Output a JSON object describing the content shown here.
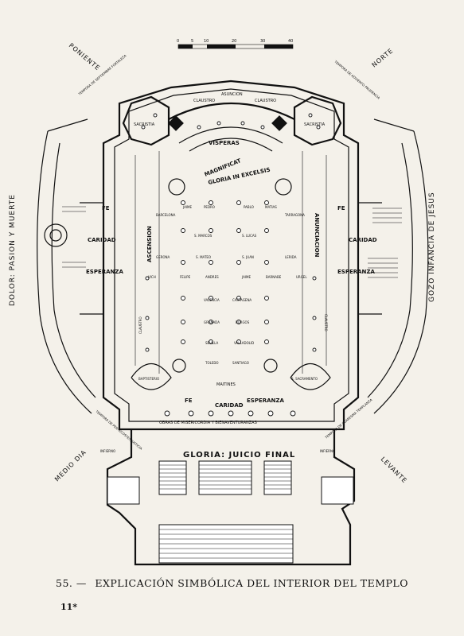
{
  "scale": {
    "ticks": [
      "0",
      "5",
      "10",
      "20",
      "30",
      "40"
    ]
  },
  "directions": {
    "west": "PONIENTE",
    "north": "NORTE",
    "south": "MEDIO DIA",
    "east": "LEVANTE"
  },
  "facades": {
    "left": "DOLOR: PASION Y MUERTE",
    "right": "GOZO INFANCIA DE JESUS",
    "bottom": "GLORIA: JUICIO FINAL"
  },
  "temporas": {
    "top_left": "TEMPORA DE SEPTIEMBRE FORTALEZA",
    "top_right": "TEMPORA DE ADVIENTO PRUDENCIA",
    "bottom_left": "TEMPORA DE PENTECOSTES JUSTICIA",
    "bottom_right": "TEMPORA DE CUARESMA TEMPLANZA"
  },
  "apse": {
    "asuncion": "ASUNCION",
    "claustro_left": "CLAUSTRO",
    "claustro_right": "CLAUSTRO",
    "sacristia_left": "SACRISTIA",
    "sacristia_right": "SACRISTIA",
    "visperas": "VISPERAS",
    "magnificat": "MAGNIFICAT",
    "gloria": "GLORIA IN EXCELSIS"
  },
  "crossing": {
    "fe_left": "FE",
    "fe_right": "FE",
    "caridad_left": "CARIDAD",
    "caridad_right": "CARIDAD",
    "esperanza_left": "ESPERANZA",
    "esperanza_right": "ESPERANZA",
    "ascension": "ASCENSION",
    "anunciacion": "ANUNCIACION"
  },
  "columns": {
    "row1": [
      "BARCELONA",
      "JAIME",
      "PEDRO",
      "PABLO",
      "MATIAS",
      "TARRAGONA"
    ],
    "row2": [
      "S. MARCOS",
      "S. LUCAS"
    ],
    "row3": [
      "GERONA",
      "S. MATEO",
      "S. JUAN",
      "LERIDA"
    ],
    "row4": [
      "VICH",
      "FELIPE",
      "ANDRES",
      "JAIME",
      "BARNABE",
      "URGEL"
    ],
    "nave": [
      "VALENCIA",
      "CARTAGENA",
      "GRANADA",
      "BURGOS",
      "SEVILLA",
      "VALLADOLID",
      "TOLEDO",
      "SANTIAGO"
    ]
  },
  "aisles": {
    "claustro_left": "CLAUSTRO",
    "claustro_right": "CLAUSTRO"
  },
  "west_end": {
    "baptisterio": "BAPTISTERIO",
    "sacramento": "S. SACRAMENTO",
    "maitines": "MAITINES",
    "fe": "FE",
    "caridad": "CARIDAD",
    "esperanza": "ESPERANZA",
    "obras": "OBRAS DE MISERICORDIA Y BIENAVENTURANZAS",
    "infierno_left": "INFIERNO",
    "infierno_right": "INFIERNO"
  },
  "caption": {
    "number": "55. —",
    "text": "EXPLICACIÓN SIMBÓLICA DEL INTERIOR DEL TEMPLO"
  },
  "page_number": "11*"
}
